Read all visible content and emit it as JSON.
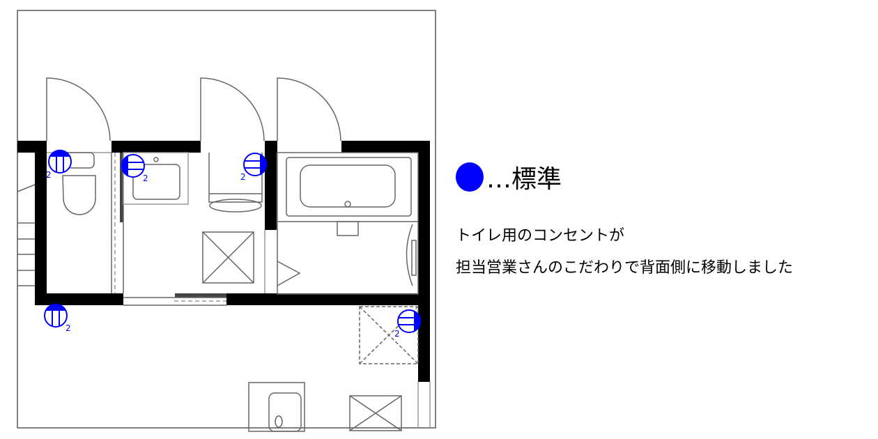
{
  "legend": {
    "symbol_color": "#0000ff",
    "label": "…標準"
  },
  "notes": [
    "トイレ用のコンセントが",
    "担当営業さんのこだわりで背面側に移動しました"
  ],
  "outlets": [
    {
      "room": "toilet",
      "count_label": "2"
    },
    {
      "room": "washroom-sink",
      "count_label": "2"
    },
    {
      "room": "washroom-machine",
      "count_label": "2"
    },
    {
      "room": "hall",
      "count_label": "2"
    },
    {
      "room": "hall-right",
      "count_label": "2"
    }
  ]
}
